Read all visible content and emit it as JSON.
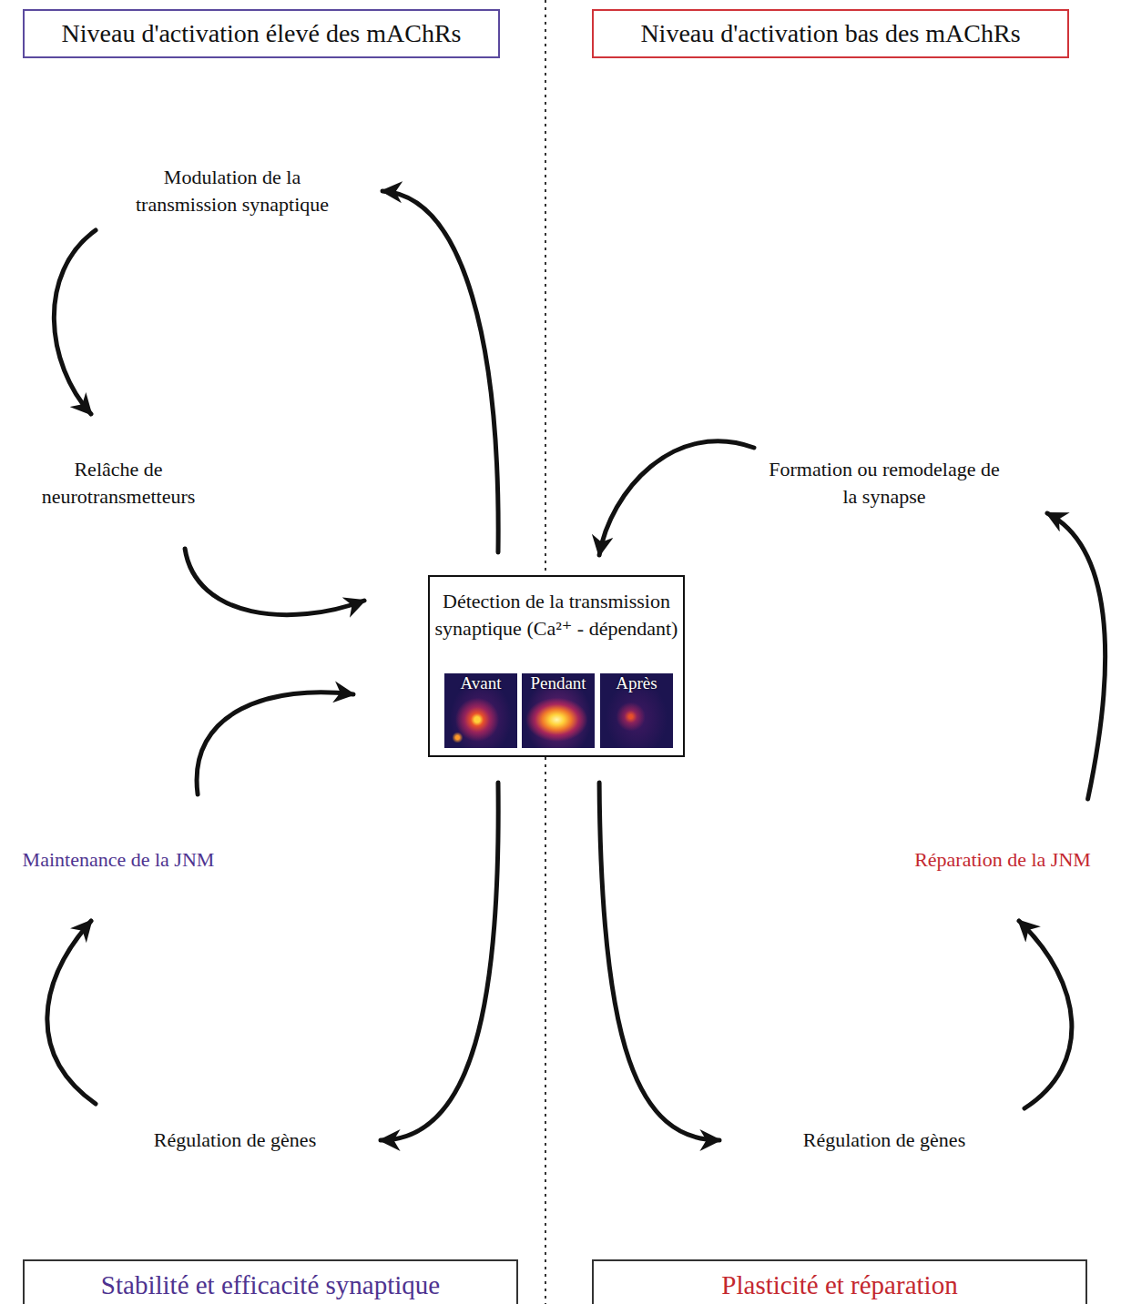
{
  "diagram": {
    "nodes": [
      {
        "text": [
          "Niveau d'activation élevé des mAChRs"
        ]
      },
      {
        "text": [
          "Niveau d'activation bas des mAChRs"
        ]
      },
      {
        "text": [
          "Modulation de la transmission synaptique"
        ]
      },
      {
        "text": [
          "Relâche de neurotransmetteurs"
        ]
      },
      {
        "text": [
          "Formation ou remodelage de la synapse"
        ]
      },
      {
        "text": [
          "Détection de la transmission synaptique (Ca²⁺ - dépendant)"
        ]
      },
      {
        "text": [
          "Avant"
        ],
        "in": 5
      },
      {
        "text": [
          "Pendant"
        ],
        "in": 5
      },
      {
        "text": [
          "Après"
        ],
        "in": 5
      },
      {
        "text": [
          "Maintenance de la JNM"
        ]
      },
      {
        "text": [
          "Réparation de la JNM"
        ]
      },
      {
        "text": [
          "Régulation de gènes"
        ]
      },
      {
        "text": [
          "Régulation de gènes"
        ]
      },
      {
        "text": [
          "Stabilité et efficacité synaptique"
        ]
      },
      {
        "text": [
          "Plasticité et réparation"
        ]
      }
    ],
    "edges": [
      {
        "from": 5,
        "to": 2,
        "arrow": "to"
      },
      {
        "from": 2,
        "to": 3,
        "arrow": "to"
      },
      {
        "from": 3,
        "to": 5,
        "arrow": "to"
      },
      {
        "from": 9,
        "to": 5,
        "arrow": "to"
      },
      {
        "from": 5,
        "to": 11,
        "arrow": "to"
      },
      {
        "from": 11,
        "to": 9,
        "arrow": "to"
      },
      {
        "from": 5,
        "to": 12,
        "arrow": "to"
      },
      {
        "from": 12,
        "to": 10,
        "arrow": "to"
      },
      {
        "from": 10,
        "to": 4,
        "arrow": "to"
      },
      {
        "from": 4,
        "to": 5,
        "arrow": "to"
      }
    ]
  }
}
